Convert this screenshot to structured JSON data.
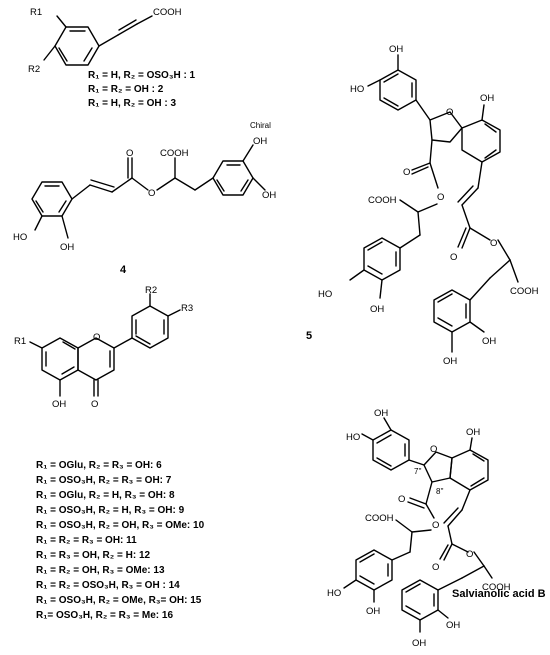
{
  "atoms": {
    "cooh": "COOH",
    "oh": "OH",
    "ho": "HO",
    "o": "O",
    "r1": "R1",
    "r2": "R2",
    "r3": "R3",
    "chiral": "Chiral",
    "h7": "7''",
    "h8": "8''"
  },
  "compound_1_3_labels": [
    "R₁ = H, R₂ = OSO₃H : 1",
    "R₁ = R₂ = OH        : 2",
    "R₁ = H, R₂ = OH    : 3"
  ],
  "compound_numbers": {
    "c4": "4",
    "c5": "5"
  },
  "flavone_labels": [
    "R₁ = OGlu, R₂ = R₃ = OH: 6",
    "R₁ = OSO₃H, R₂ = R₃ = OH: 7",
    "R₁ = OGlu, R₂ = H, R₃ = OH: 8",
    "R₁ = OSO₃H, R₂ = H, R₃ = OH: 9",
    "R₁ = OSO₃H, R₂ = OH, R₃ = OMe: 10",
    "R₁ = R₂ = R₃ = OH: 11",
    "R₁ = R₃ = OH, R₂ = H: 12",
    "R₁ = R₂ = OH, R₃ = OMe: 13",
    "R₁ = R₂ = OSO₃H, R₃ = OH : 14",
    "R₁ = OSO₃H, R₂ = OMe, R₃= OH: 15",
    "R₁= OSO₃H, R₂ = R₃ = Me: 16"
  ],
  "salvianolic_title": "Salvianolic acid B"
}
